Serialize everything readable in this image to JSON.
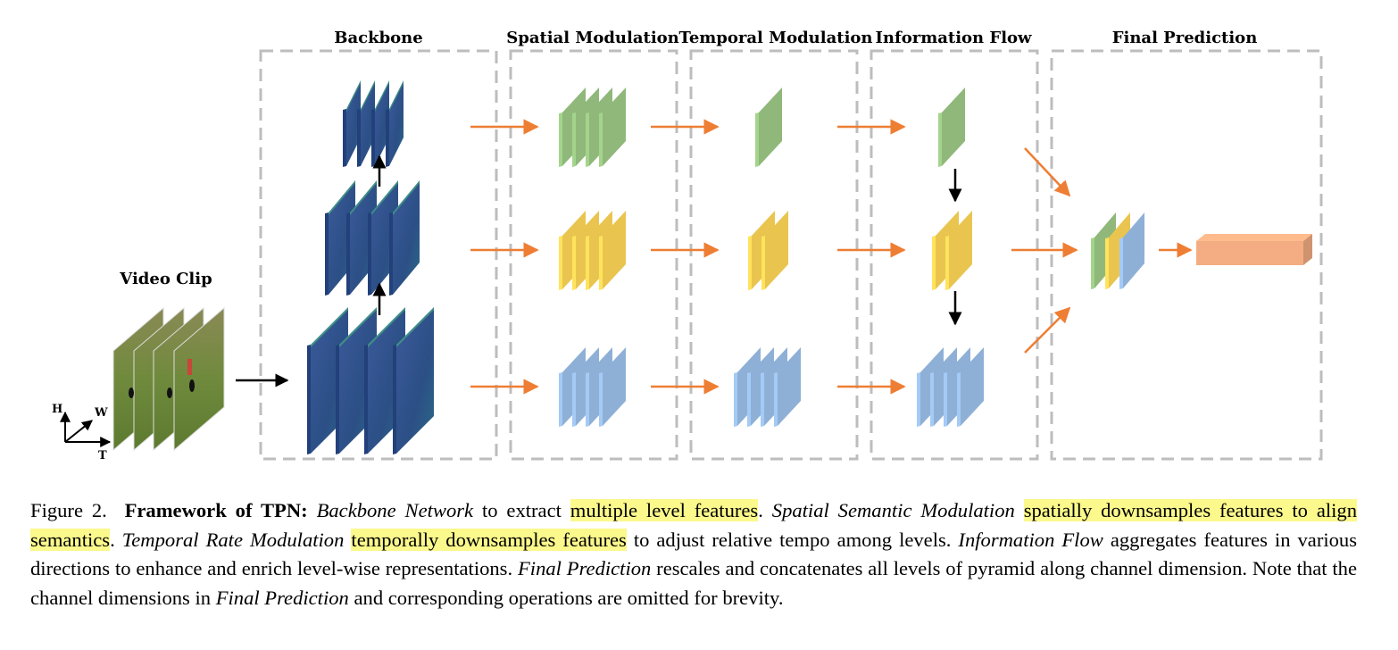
{
  "diagram": {
    "stages": [
      {
        "id": "backbone",
        "title": "Backbone"
      },
      {
        "id": "spatial",
        "title": "Spatial Modulation"
      },
      {
        "id": "temporal",
        "title": "Temporal Modulation"
      },
      {
        "id": "flow",
        "title": "Information Flow"
      },
      {
        "id": "final",
        "title": "Final Prediction"
      }
    ],
    "input": {
      "title": "Video Clip"
    },
    "axes": {
      "h": "H",
      "w": "W",
      "t": "T"
    },
    "colors": {
      "green": "#8fb87a",
      "yellow": "#e9c550",
      "blue": "#8fb0d6",
      "salmon": "#f4ad82",
      "arrow_orange": "#ee7e33",
      "arrow_black": "#000000",
      "box_dash": "#bdbdbd",
      "feature_dark": "#2f4f8c",
      "highlight": "#fbf88c"
    }
  },
  "caption": {
    "figure_label": "Figure 2.",
    "bold_title": "Framework of TPN:",
    "s1_italic": "Backbone Network",
    "s1_text": " to extract ",
    "s1_highlight": "multiple level features",
    "s1_end": ". ",
    "s2_italic": "Spatial Semantic Modulation",
    "s2_highlight": "spatially downsamples features to align semantics",
    "s2_end": ". ",
    "s3_italic": "Temporal Rate Modulation",
    "s3_highlight": "temporally downsamples features",
    "s3_text": " to adjust relative tempo among levels. ",
    "s4_italic": "Information Flow",
    "s4_text": " aggregates features in various directions to enhance and enrich level-wise representations. ",
    "s5_italic": "Final Prediction",
    "s5_text": " rescales and concatenates all levels of pyramid along channel dimension. Note that the channel dimensions in ",
    "s6_italic": "Final Prediction",
    "s6_text": " and corresponding operations are omitted for brevity."
  }
}
